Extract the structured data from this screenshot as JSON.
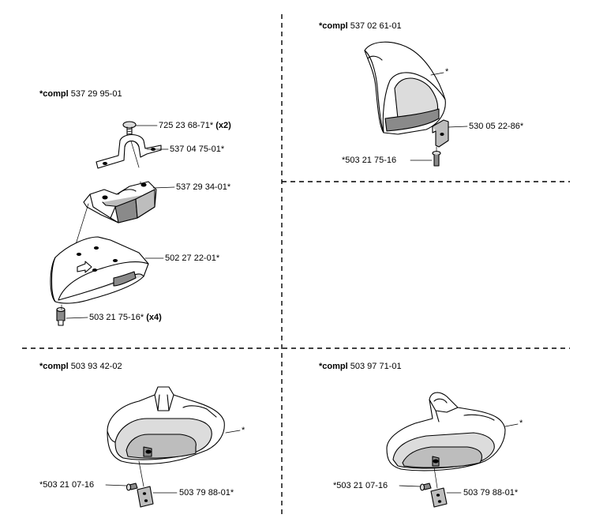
{
  "colors": {
    "ink": "#000000",
    "part_fill": "#ffffff",
    "shade_light": "#dcdcdc",
    "shade_mid": "#bdbdbd",
    "shade_dark": "#8a8a8a"
  },
  "panels": {
    "top_left": {
      "title_prefix": "*compl",
      "title_number": "537 29 95-01",
      "parts": [
        {
          "number": "725 23 68-71*",
          "qty": "(x2)"
        },
        {
          "number": "537 04 75-01*",
          "qty": ""
        },
        {
          "number": "537 29 34-01*",
          "qty": ""
        },
        {
          "number": "502 27 22-01*",
          "qty": ""
        },
        {
          "number": "503 21 75-16*",
          "qty": "(x4)"
        }
      ]
    },
    "top_right": {
      "title_prefix": "*compl",
      "title_number": "537 02 61-01",
      "parts": [
        {
          "number": "*"
        },
        {
          "number": "530 05 22-86*"
        },
        {
          "number": "*503 21 75-16"
        }
      ]
    },
    "bottom_left": {
      "title_prefix": "*compl",
      "title_number": "503 93 42-02",
      "parts": [
        {
          "number": "*"
        },
        {
          "number": "*503 21 07-16"
        },
        {
          "number": "503 79 88-01*"
        }
      ]
    },
    "bottom_right": {
      "title_prefix": "*compl",
      "title_number": "503 97 71-01",
      "parts": [
        {
          "number": "*"
        },
        {
          "number": "*503 21 07-16"
        },
        {
          "number": "503 79 88-01*"
        }
      ]
    }
  }
}
